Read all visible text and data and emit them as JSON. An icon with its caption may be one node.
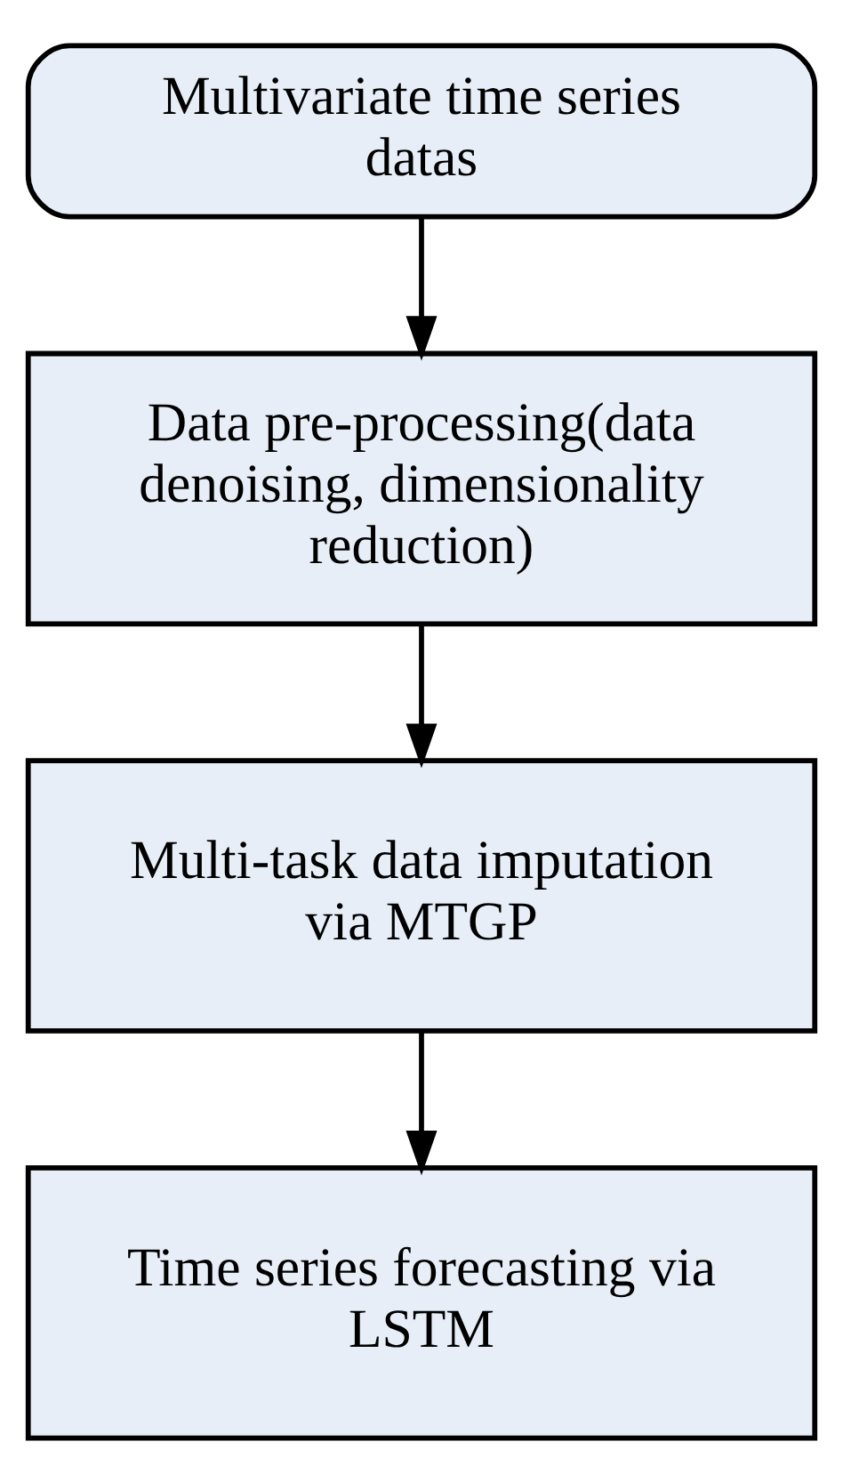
{
  "diagram": {
    "nodes": [
      {
        "text": [
          "Multivariate time series datas"
        ]
      },
      {
        "text": [
          "Data pre-processing(data denoising, dimensionality reduction)"
        ]
      },
      {
        "text": [
          "Multi-task data imputation via MTGP"
        ]
      },
      {
        "text": [
          "Time series forecasting via LSTM"
        ]
      }
    ],
    "edges": [
      {
        "from": 0,
        "to": 1,
        "arrow": "to"
      },
      {
        "from": 1,
        "to": 2,
        "arrow": "to"
      },
      {
        "from": 2,
        "to": 3,
        "arrow": "to"
      }
    ]
  }
}
